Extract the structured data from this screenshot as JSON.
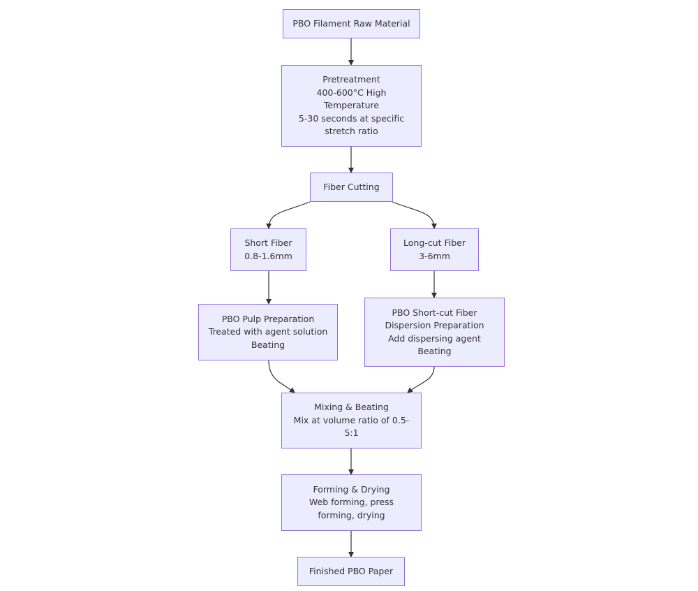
{
  "diagram": {
    "type": "flowchart",
    "direction": "top-down",
    "colors": {
      "node_fill": "#ececff",
      "node_border": "#9370db",
      "text": "#333333",
      "edge": "#333333"
    },
    "nodes": {
      "raw_material": {
        "lines": [
          "PBO Filament Raw Material"
        ]
      },
      "pretreatment": {
        "lines": [
          "Pretreatment",
          "400-600°C High",
          "Temperature",
          "5-30 seconds at specific",
          "stretch ratio"
        ]
      },
      "fiber_cutting": {
        "lines": [
          "Fiber Cutting"
        ]
      },
      "short_fiber": {
        "lines": [
          "Short Fiber",
          "0.8-1.6mm"
        ]
      },
      "long_cut_fiber": {
        "lines": [
          "Long-cut Fiber",
          "3-6mm"
        ]
      },
      "pulp_preparation": {
        "lines": [
          "PBO Pulp Preparation",
          "Treated with agent solution",
          "Beating"
        ]
      },
      "dispersion_preparation": {
        "lines": [
          "PBO Short-cut Fiber",
          "Dispersion Preparation",
          "Add dispersing agent",
          "Beating"
        ]
      },
      "mixing_beating": {
        "lines": [
          "Mixing & Beating",
          "Mix at volume ratio of 0.5-",
          "5:1"
        ]
      },
      "forming_drying": {
        "lines": [
          "Forming & Drying",
          "Web forming, press",
          "forming, drying"
        ]
      },
      "finished_paper": {
        "lines": [
          "Finished PBO Paper"
        ]
      }
    },
    "edges": [
      {
        "from": "raw_material",
        "to": "pretreatment"
      },
      {
        "from": "pretreatment",
        "to": "fiber_cutting"
      },
      {
        "from": "fiber_cutting",
        "to": "short_fiber"
      },
      {
        "from": "fiber_cutting",
        "to": "long_cut_fiber"
      },
      {
        "from": "short_fiber",
        "to": "pulp_preparation"
      },
      {
        "from": "long_cut_fiber",
        "to": "dispersion_preparation"
      },
      {
        "from": "pulp_preparation",
        "to": "mixing_beating"
      },
      {
        "from": "dispersion_preparation",
        "to": "mixing_beating"
      },
      {
        "from": "mixing_beating",
        "to": "forming_drying"
      },
      {
        "from": "forming_drying",
        "to": "finished_paper"
      }
    ]
  }
}
